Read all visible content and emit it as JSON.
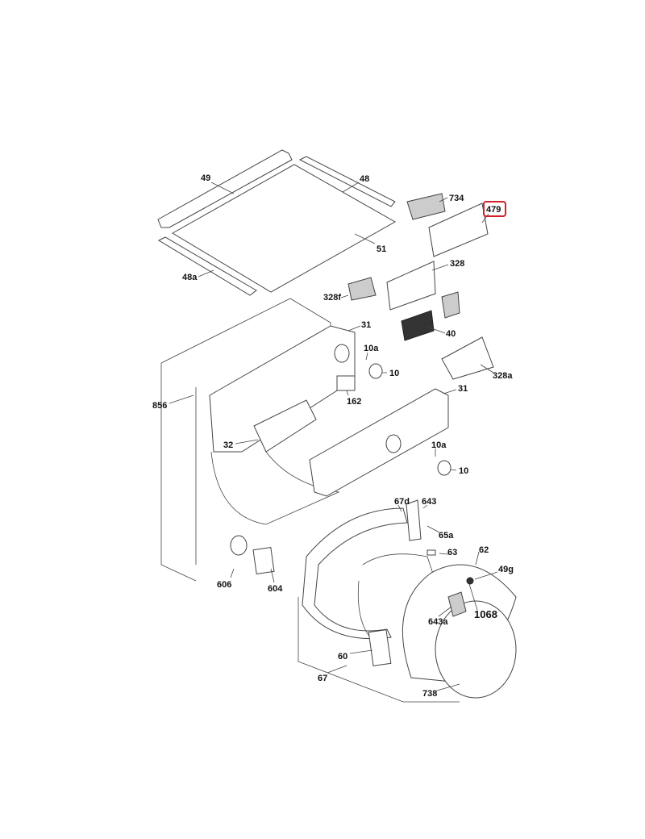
{
  "title": "Exploded parts diagram - dryer top and front panel",
  "highlighted_part": "479",
  "highlight_color": "#d0202a",
  "labels": [
    "49",
    "48",
    "734",
    "479",
    "51",
    "328",
    "48a",
    "328f",
    "31",
    "40",
    "10a",
    "10",
    "328a",
    "162",
    "856",
    "31",
    "32",
    "10a",
    "10",
    "67d",
    "643",
    "65a",
    "62",
    "63",
    "49g",
    "606",
    "604",
    "1068",
    "643a",
    "60",
    "67",
    "738"
  ]
}
